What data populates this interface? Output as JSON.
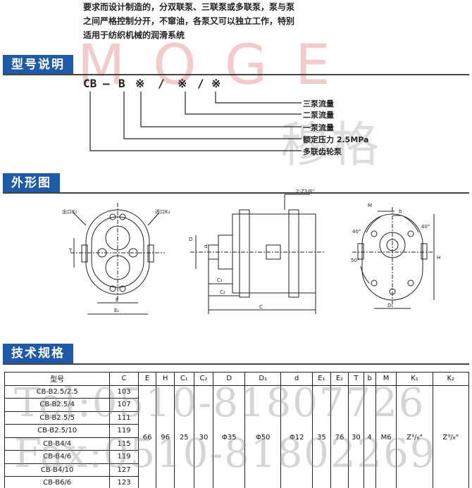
{
  "intro": {
    "lines": [
      "要求而设计制造的，分双联泵、三联泵或多联泵，泵与泵",
      "之间严格控制分开，不窜油，各泵又可以独立工作，特别",
      "适用于纺织机械的润滑系统"
    ]
  },
  "watermarks": {
    "moge": "MOGE",
    "brand_cn": "穆格",
    "tel": "Tel:0510-81807726",
    "fax": "Fax:0510-81802269"
  },
  "sections": {
    "model": "型号说明",
    "outline": "外形图",
    "spec": "技术规格"
  },
  "model_code": {
    "parts": [
      "CB",
      "–",
      "B",
      "※",
      "/",
      "※",
      "/",
      "※"
    ],
    "legend": [
      "三泵流量",
      "二泵流量",
      "一泵流量",
      "额定压力 2.5MPa",
      "多联齿轮泵"
    ]
  },
  "drawing_labels": {
    "outlet": "出口K₁",
    "inlet": "进口K₂",
    "thread": "2-Z3/8\"",
    "T": "T",
    "E": "E",
    "E1": "E₁",
    "D": "D",
    "d": "d",
    "C1": "C₁",
    "C2": "C₂",
    "C": "C",
    "M": "M",
    "b": "b",
    "H": "H",
    "D1": "D₁",
    "ang40a": "40°",
    "ang40b": "40°",
    "ang50": "50°"
  },
  "spec_table": {
    "headers": [
      "型号",
      "C",
      "E",
      "H",
      "C₁",
      "C₂",
      "D",
      "D₁",
      "d",
      "E₁",
      "E₂",
      "T",
      "b",
      "M",
      "K₁",
      "K₂"
    ],
    "models": [
      "CB-B2.5/2.5",
      "CB-B2.5/4",
      "CB-B2.5/5",
      "CB-B2.5/10",
      "CB-B4/4",
      "CB-B4/6",
      "CB-B4/10",
      "CB-B6/6"
    ],
    "c_values": [
      "103",
      "107",
      "111",
      "119",
      "115",
      "119",
      "127",
      "123"
    ],
    "shared": [
      "66",
      "96",
      "25",
      "30",
      "Φ35",
      "Φ50",
      "Φ12",
      "35",
      "76",
      "30",
      "4",
      "M6",
      "Z³/₈\"",
      "Z³/₈\""
    ]
  }
}
